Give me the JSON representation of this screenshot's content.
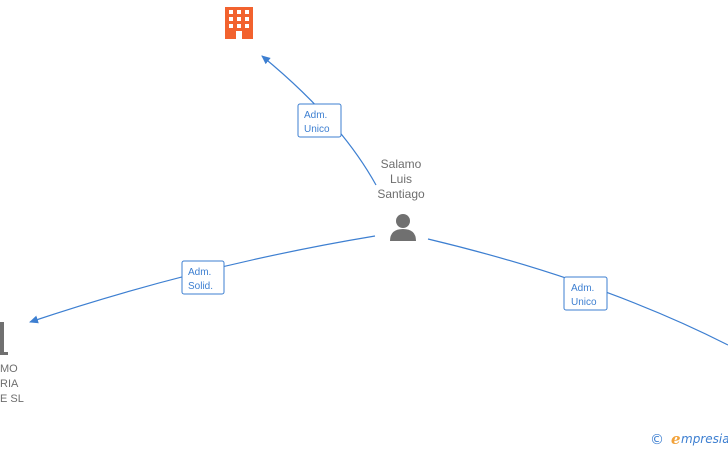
{
  "person": {
    "name_lines": [
      "Salamo",
      "Luis",
      "Santiago"
    ],
    "icon": "person-icon",
    "color": "#707070"
  },
  "companies": [
    {
      "id": "top",
      "icon": "building-icon",
      "color": "#f2622e",
      "name_lines": []
    },
    {
      "id": "left",
      "icon": "building-icon",
      "color": "#707070",
      "name_lines": [
        "MO",
        "RIA",
        "E  SL"
      ]
    },
    {
      "id": "right",
      "icon": "building-icon",
      "color": "#707070",
      "name_lines": []
    }
  ],
  "relations": [
    {
      "to": "top",
      "label_lines": [
        "Adm.",
        "Unico"
      ]
    },
    {
      "to": "left",
      "label_lines": [
        "Adm.",
        "Solid."
      ]
    },
    {
      "to": "right",
      "label_lines": [
        "Adm.",
        "Unico"
      ]
    }
  ],
  "colors": {
    "edge": "#3d7fd1",
    "label_border": "#3d7fd1",
    "label_text": "#3d7fd1"
  },
  "watermark": {
    "copyright_symbol": "©",
    "brand_initial": "e",
    "brand_rest": "mpresia"
  }
}
